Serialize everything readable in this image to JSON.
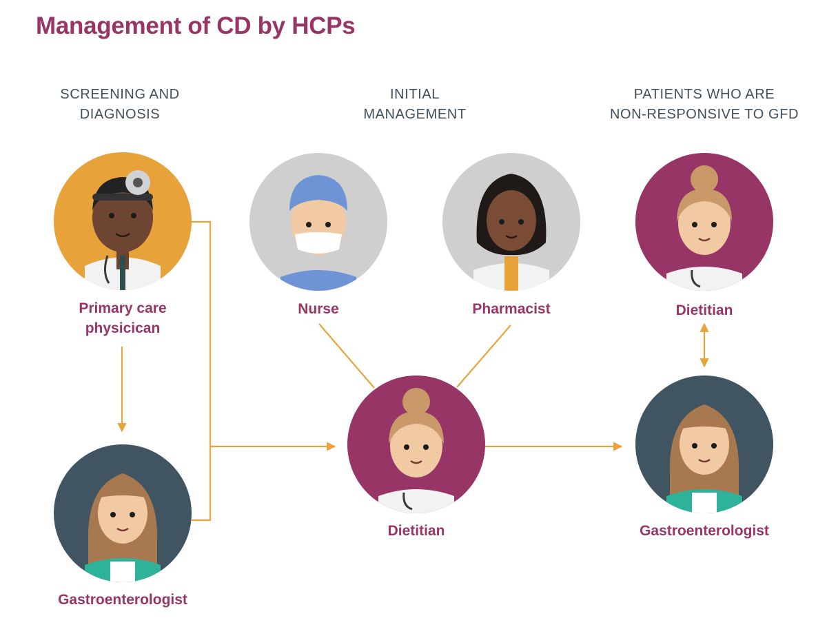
{
  "title": "Management of CD by HCPs",
  "columns": {
    "screening": [
      "SCREENING AND",
      "DIAGNOSIS"
    ],
    "initial": [
      "INITIAL",
      "MANAGEMENT"
    ],
    "nonresponsive": [
      "PATIENTS WHO ARE",
      "NON-RESPONSIVE TO GFD"
    ]
  },
  "nodes": {
    "primary_care": [
      "Primary care",
      "physicican"
    ],
    "gastro_left": "Gastroenterologist",
    "nurse": "Nurse",
    "pharmacist": "Pharmacist",
    "dietitian_center": "Dietitian",
    "dietitian_right": "Dietitian",
    "gastro_right": "Gastroenterologist"
  },
  "colors": {
    "title": "#983567",
    "heading": "#404f5b",
    "label": "#983567",
    "arrow": "#e8a43c",
    "orange_circle": "#e8a23a",
    "gray_circle": "#cfcfcf",
    "magenta_circle": "#983567",
    "slate_circle": "#415462"
  },
  "icons": {
    "primary_care": "male-doctor-head-mirror-icon",
    "nurse": "nurse-surgical-mask-icon",
    "pharmacist": "female-pharmacist-icon",
    "dietitian": "female-dietitian-bun-icon",
    "gastroenterologist": "female-doctor-bangs-icon"
  }
}
